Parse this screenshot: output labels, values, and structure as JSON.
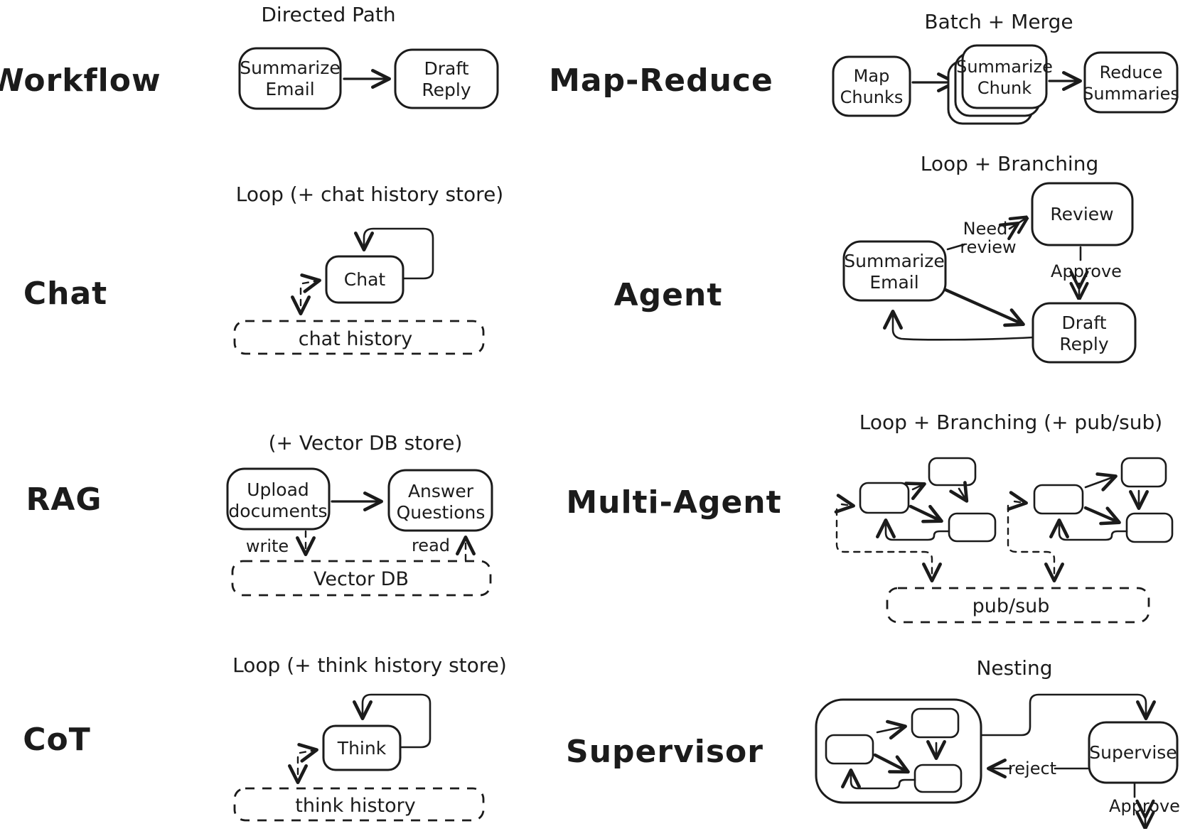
{
  "canvas": {
    "background": "#ffffff",
    "ink": "#1b1b1b"
  },
  "sections": {
    "workflow": {
      "label": "Workflow",
      "title": "Directed Path",
      "nodes": {
        "summarize_email": {
          "line1": "Summarize",
          "line2": "Email"
        },
        "draft_reply": {
          "line1": "Draft",
          "line2": "Reply"
        }
      }
    },
    "map_reduce": {
      "label": "Map-Reduce",
      "title": "Batch + Merge",
      "nodes": {
        "map_chunks": {
          "line1": "Map",
          "line2": "Chunks"
        },
        "summarize_chunk": {
          "line1": "Summarize",
          "line2": "Chunk"
        },
        "reduce_summaries": {
          "line1": "Reduce",
          "line2": "Summaries"
        }
      }
    },
    "chat": {
      "label": "Chat",
      "title": "Loop (+ chat history store)",
      "nodes": {
        "chat": "Chat",
        "chat_history": "chat history"
      }
    },
    "agent": {
      "label": "Agent",
      "title": "Loop + Branching",
      "nodes": {
        "summarize_email": {
          "line1": "Summarize",
          "line2": "Email"
        },
        "review": "Review",
        "draft_reply": {
          "line1": "Draft",
          "line2": "Reply"
        }
      },
      "edges": {
        "need_review_line1": "Need",
        "need_review_line2": "review",
        "approve": "Approve"
      }
    },
    "rag": {
      "label": "RAG",
      "title": "(+ Vector DB store)",
      "nodes": {
        "upload_documents": {
          "line1": "Upload",
          "line2": "documents"
        },
        "answer_questions": {
          "line1": "Answer",
          "line2": "Questions"
        },
        "vector_db": "Vector DB"
      },
      "edges": {
        "write": "write",
        "read": "read"
      }
    },
    "multi_agent": {
      "label": "Multi-Agent",
      "title": "Loop + Branching (+ pub/sub)",
      "nodes": {
        "pub_sub": "pub/sub"
      }
    },
    "cot": {
      "label": "CoT",
      "title": "Loop (+ think history store)",
      "nodes": {
        "think": "Think",
        "think_history": "think history"
      }
    },
    "supervisor": {
      "label": "Supervisor",
      "title": "Nesting",
      "nodes": {
        "supervise": "Supervise"
      },
      "edges": {
        "reject": "reject",
        "approve": "Approve"
      }
    }
  }
}
